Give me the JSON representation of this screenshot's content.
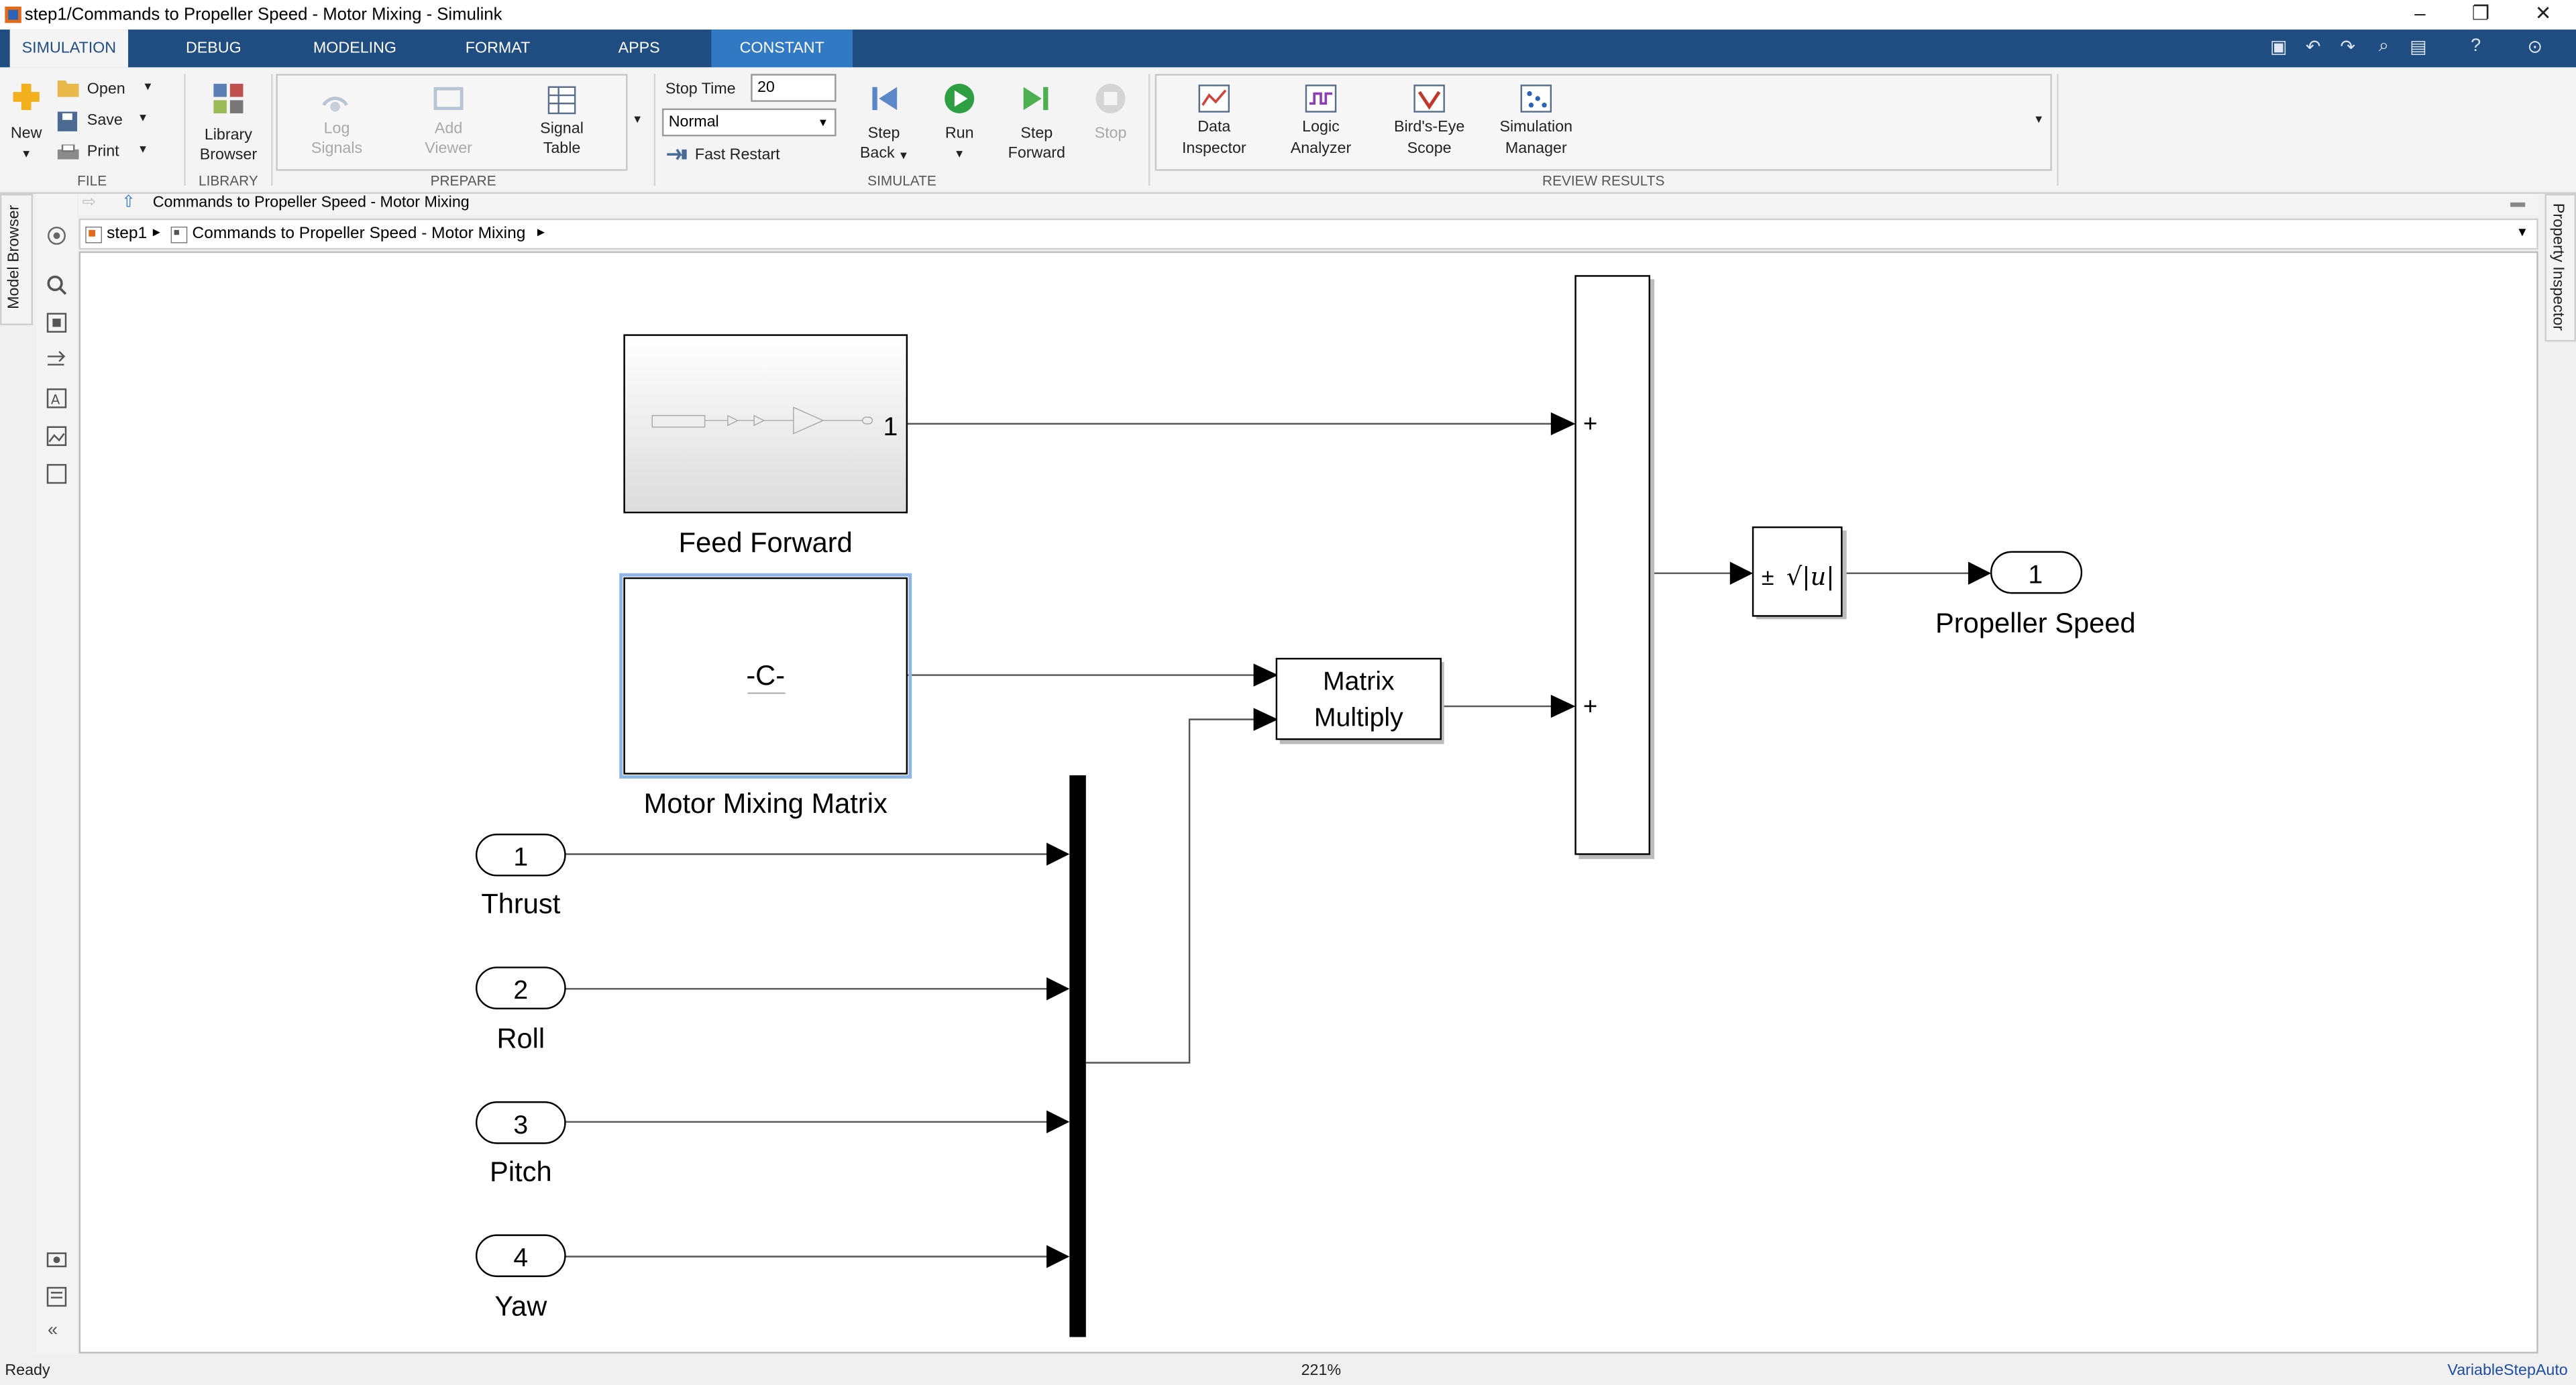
{
  "window": {
    "title": "step1/Commands to Propeller Speed - Motor Mixing - Simulink",
    "controls": {
      "minimize": "–",
      "restore": "❐",
      "close": "✕"
    }
  },
  "tabs": [
    {
      "label": "SIMULATION"
    },
    {
      "label": "DEBUG"
    },
    {
      "label": "MODELING"
    },
    {
      "label": "FORMAT"
    },
    {
      "label": "APPS"
    },
    {
      "label": "CONSTANT"
    }
  ],
  "ribbon": {
    "file": {
      "new_label": "New",
      "open_label": "Open",
      "save_label": "Save",
      "print_label": "Print",
      "group_label": "FILE"
    },
    "library": {
      "browser_line1": "Library",
      "browser_line2": "Browser",
      "group_label": "LIBRARY"
    },
    "prepare": {
      "log_line1": "Log",
      "log_line2": "Signals",
      "viewer_line1": "Add",
      "viewer_line2": "Viewer",
      "table_line1": "Signal",
      "table_line2": "Table",
      "group_label": "PREPARE"
    },
    "simulate": {
      "stop_time_label": "Stop Time",
      "stop_time_value": "20",
      "mode_value": "Normal",
      "fast_restart_label": "Fast Restart",
      "step_back_line1": "Step",
      "step_back_line2": "Back",
      "run_label": "Run",
      "step_forward_line1": "Step",
      "step_forward_line2": "Forward",
      "stop_label": "Stop",
      "group_label": "SIMULATE"
    },
    "review": {
      "sdi_line1": "Data",
      "sdi_line2": "Inspector",
      "logic_line1": "Logic",
      "logic_line2": "Analyzer",
      "birds_line1": "Bird's-Eye",
      "birds_line2": "Scope",
      "simmgr_line1": "Simulation",
      "simmgr_line2": "Manager",
      "group_label": "REVIEW RESULTS"
    }
  },
  "explorer": {
    "tab_label": "Commands to Propeller Speed - Motor Mixing"
  },
  "address": {
    "root": "step1",
    "current": "Commands to Propeller Speed - Motor Mixing"
  },
  "side_tabs": {
    "left": "Model Browser",
    "right": "Property Inspector"
  },
  "diagram": {
    "feed_forward": {
      "name": "Feed Forward",
      "port_label": "1"
    },
    "motor_mixing": {
      "name": "Motor Mixing Matrix",
      "content": "-C-"
    },
    "matrix_multiply": {
      "line1": "Matrix",
      "line2": "Multiply"
    },
    "sum": {
      "sign1": "+",
      "sign2": "+"
    },
    "sqrt": {
      "prefix": "±",
      "expr": "√|u|"
    },
    "outport": {
      "number": "1",
      "name": "Propeller Speed"
    },
    "inports": [
      {
        "number": "1",
        "name": "Thrust"
      },
      {
        "number": "2",
        "name": "Roll"
      },
      {
        "number": "3",
        "name": "Pitch"
      },
      {
        "number": "4",
        "name": "Yaw"
      }
    ]
  },
  "status": {
    "left": "Ready",
    "zoom": "221%",
    "solver": "VariableStepAuto"
  },
  "colors": {
    "tab_bar": "#1f4d82",
    "constant_tab": "#3279c4",
    "canvas": "#ffffff"
  }
}
